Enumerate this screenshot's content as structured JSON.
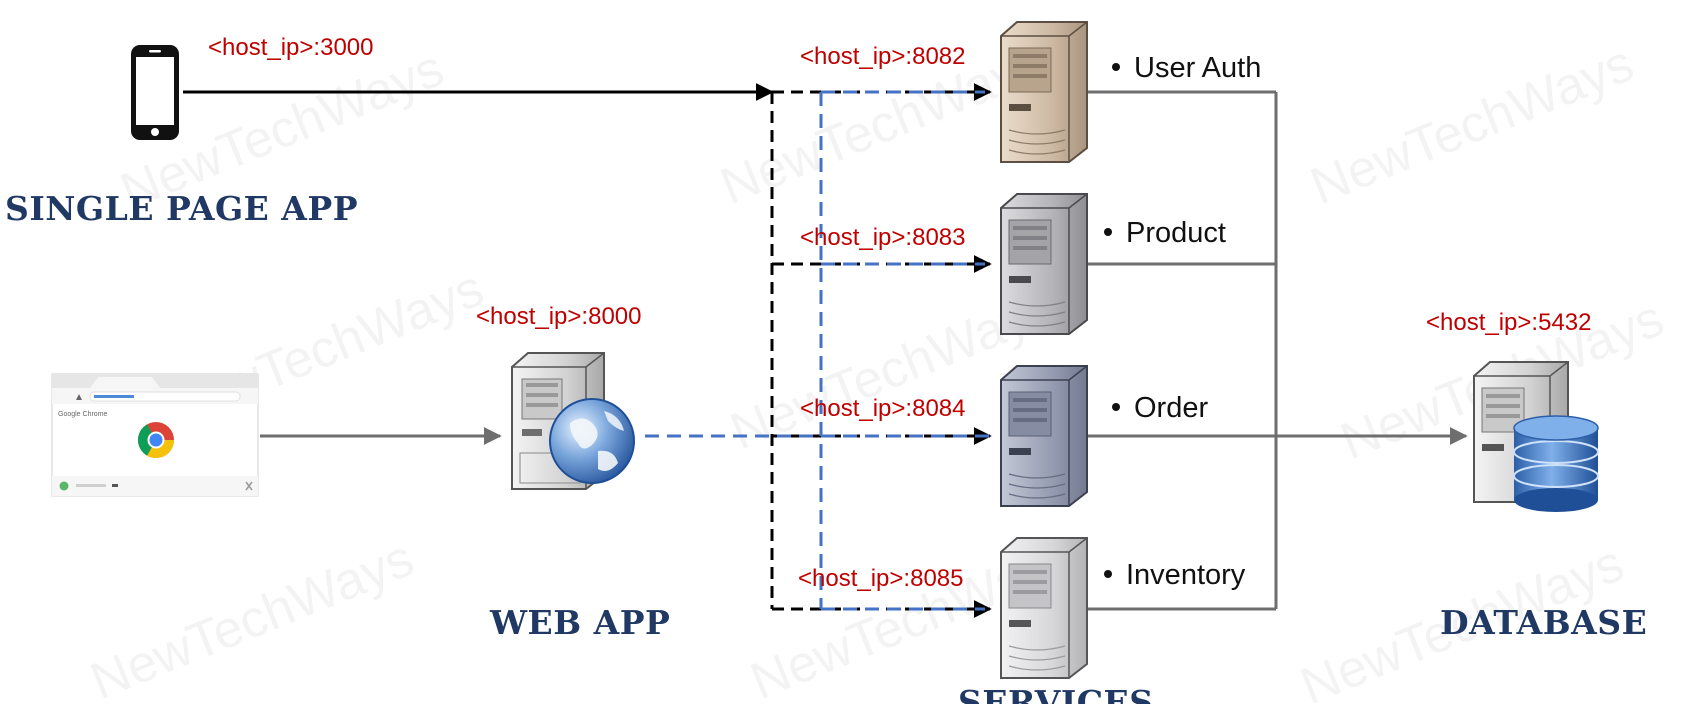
{
  "watermark_text": "NewTechWays",
  "colors": {
    "host_label": "#c00000",
    "tier_title": "#203864",
    "solid_arrow": "#000000",
    "gray_line": "#6e6e6e",
    "black_dashed": "#000000",
    "blue_dashed": "#4472c4"
  },
  "clients": {
    "spa": {
      "title": "SINGLE PAGE APP",
      "host": "<host_ip>:3000",
      "icon": "smartphone-icon"
    },
    "browser": {
      "icon": "chrome-browser-window-icon"
    }
  },
  "web_app": {
    "title": "WEB APP",
    "host": "<host_ip>:8000",
    "icon": "web-server-globe-icon"
  },
  "services": {
    "title": "SERVICES",
    "items": [
      {
        "name": "User Auth",
        "host": "<host_ip>:8082",
        "color": "#cdb9a2"
      },
      {
        "name": "Product",
        "host": "<host_ip>:8083",
        "color": "#b4b4b8"
      },
      {
        "name": "Order",
        "host": "<host_ip>:8084",
        "color": "#959bb0"
      },
      {
        "name": "Inventory",
        "host": "<host_ip>:8085",
        "color": "#d7d7d9"
      }
    ]
  },
  "database": {
    "title": "DATABASE",
    "host": "<host_ip>:5432",
    "icon": "database-server-icon"
  }
}
